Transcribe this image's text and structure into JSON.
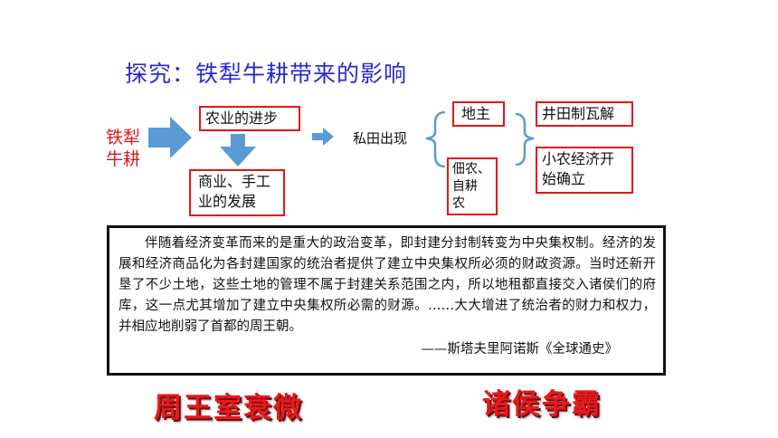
{
  "title": "探究：铁犁牛耕带来的影响",
  "left_label_line1": "铁犁",
  "left_label_line2": "牛耕",
  "boxes": {
    "agriculture": "农业的进步",
    "commerce_line1": "商业、手工",
    "commerce_line2": "业的发展",
    "private_land": "私田出现",
    "landlord": "地主",
    "tenant_line1": "佃农、",
    "tenant_line2": "自耕",
    "tenant_line3": "农",
    "well_field": "井田制瓦解",
    "smallfarm_line1": "小农经济开",
    "smallfarm_line2": "始确立"
  },
  "quote": {
    "body": "伴随着经济变革而来的是重大的政治变革，即封建分封制转变为中央集权制。经济的发展和经济商品化为各封建国家的统治者提供了建立中央集权所必须的财政资源。当时还新开垦了不少土地，这些土地的管理不属于封建关系范围之内，所以地租都直接交入诸侯们的府库，这一点尤其增加了建立中央集权所必需的财源。……大大增进了统治者的财力和权力，并相应地削弱了首都的周王朝。",
    "source": "——斯塔夫里阿诺斯《全球通史》"
  },
  "conclusions": {
    "left": "周王室衰微",
    "right": "诸侯争霸"
  },
  "colors": {
    "title": "#2a2acb",
    "red": "#e0161a",
    "arrow_blue": "#5b9bd5"
  }
}
